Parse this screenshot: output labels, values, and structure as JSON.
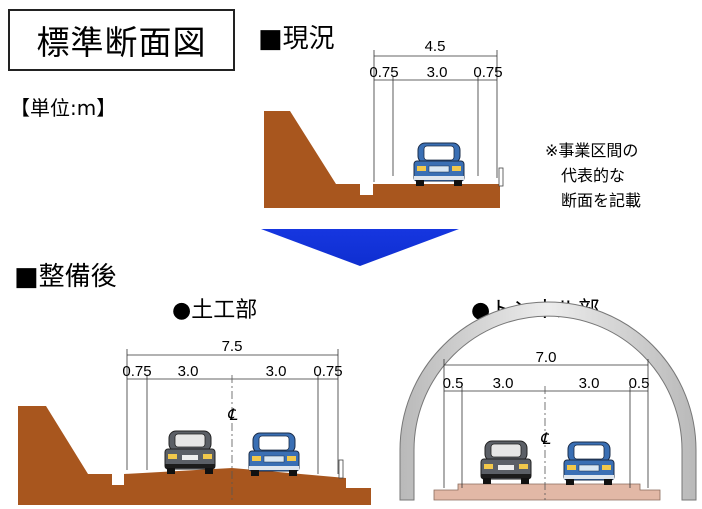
{
  "title": "標準断面図",
  "unit": "【単位:m】",
  "current": {
    "heading": "■現況",
    "total_width": "4.5",
    "widths": [
      "0.75",
      "3.0",
      "0.75"
    ]
  },
  "note": [
    "※事業区間の",
    "代表的な",
    "断面を記載"
  ],
  "after": {
    "heading": "■整備後",
    "earthwork": {
      "label": "●土工部",
      "total_width": "7.5",
      "widths": [
        "0.75",
        "3.0",
        "3.0",
        "0.75"
      ],
      "centerline": "℄"
    },
    "tunnel": {
      "label": "●トンネル部",
      "total_width": "7.0",
      "widths": [
        "0.5",
        "3.0",
        "3.0",
        "0.5"
      ],
      "centerline": "℄"
    }
  },
  "colors": {
    "ground": "#a8561e",
    "arrow": "#1f3fe0",
    "car_blue": "#3a6fb4",
    "car_gray": "#5b5f66",
    "tunnel_lining": "#d9d9d9",
    "tunnel_pavement": "#e2b8a6"
  }
}
